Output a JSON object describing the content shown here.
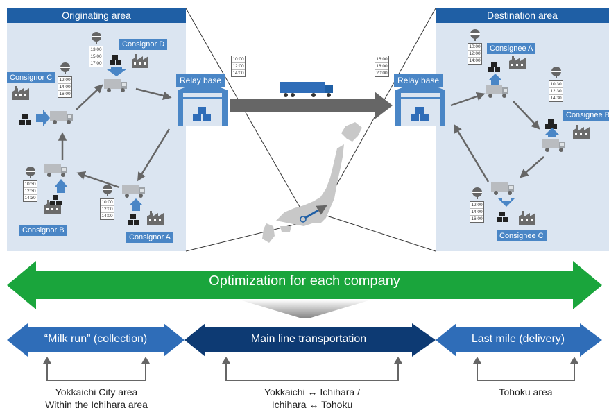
{
  "regions": {
    "origin_title": "Originating area",
    "destination_title": "Destination area",
    "relay_base_label": "Relay base"
  },
  "consignors": {
    "a": "Consignor A",
    "b": "Consignor B",
    "c": "Consignor C",
    "d": "Consignor D"
  },
  "consignees": {
    "a": "Consignee A",
    "b": "Consignee B",
    "c": "Consignee C"
  },
  "schedules": {
    "consignor_d": [
      "13:00",
      "15:00",
      "17:00"
    ],
    "consignor_c": [
      "12:00",
      "14:00",
      "16:00"
    ],
    "consignor_b": [
      "10:30",
      "12:30",
      "14:30"
    ],
    "consignor_a": [
      "10:00",
      "12:00",
      "14:00"
    ],
    "origin_relay": [
      "10:00",
      "12:00",
      "14:00"
    ],
    "dest_relay": [
      "16:00",
      "18:00",
      "20:00"
    ],
    "consignee_a": [
      "10:00",
      "12:00",
      "14:00"
    ],
    "consignee_b": [
      "10:30",
      "12:30",
      "14:30"
    ],
    "consignee_c": [
      "12:00",
      "14:00",
      "16:00"
    ]
  },
  "optimization_label": "Optimization for each company",
  "phases": [
    {
      "label": "“Milk run” (collection)",
      "area_line1": "Yokkaichi City area",
      "area_line2": "Within the Ichihara area"
    },
    {
      "label": "Main line transportation",
      "area_line1": "Yokkaichi ↔ Ichihara /",
      "area_line2": "Ichihara ↔ Tohoku"
    },
    {
      "label": "Last mile (delivery)",
      "area_line1": "Tohoku area",
      "area_line2": ""
    }
  ],
  "colors": {
    "panel_bg": "#dbe5f1",
    "header_blue": "#1f5fa5",
    "accent_blue": "#4a86c6",
    "green": "#1aa53c",
    "navy": "#0d3a73",
    "dark_gray": "#555555"
  }
}
